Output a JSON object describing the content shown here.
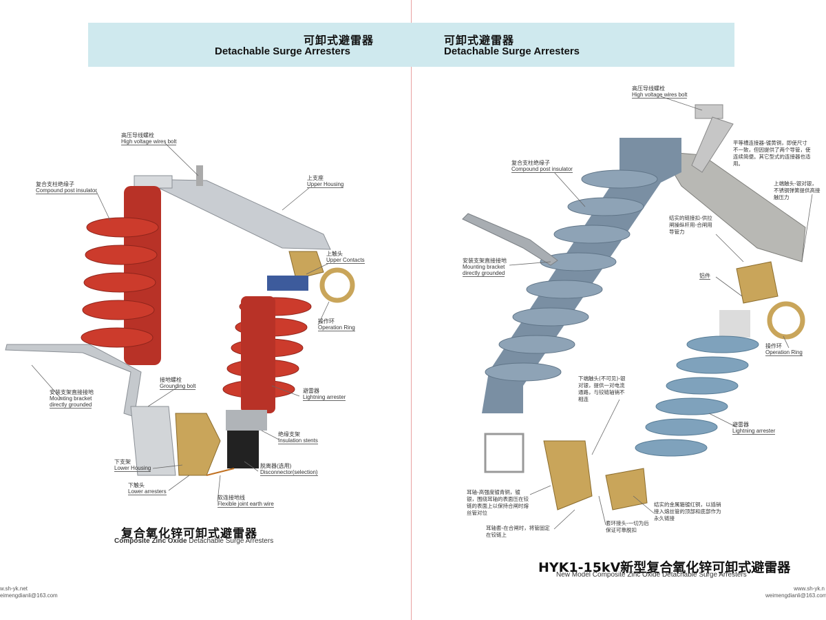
{
  "header": {
    "left_zh": "可卸式避雷器",
    "left_en": "Detachable Surge Arresters",
    "right_zh": "可卸式避雷器",
    "right_en": "Detachable Surge Arresters"
  },
  "left_labels": {
    "hv_bolt_zh": "高压导线螺栓",
    "hv_bolt_en": "High voltage wires bolt",
    "post_zh": "复合支柱绝缘子",
    "post_en": "Compound post insulator",
    "upper_housing_zh": "上支座",
    "upper_housing_en": "Upper Housing",
    "upper_contacts_zh": "上触头",
    "upper_contacts_en": "Upper Contacts",
    "ring_zh": "操作环",
    "ring_en": "Operation Ring",
    "bracket_zh": "安装支架直接接地",
    "bracket_en1": "Mounting bracket",
    "bracket_en2": "directly grounded",
    "ground_bolt_zh": "接地螺栓",
    "ground_bolt_en": "Grounding bolt",
    "arrester_zh": "避雷器",
    "arrester_en": "Lightning arrester",
    "stents_zh": "绝缘支架",
    "stents_en": "Insulation stents",
    "lower_housing_zh": "下支架",
    "lower_housing_en": "Lower Housing",
    "disconnector_zh": "脱离器(选用)",
    "disconnector_en": "Disconnector(selection)",
    "lower_arresters_zh": "下触头",
    "lower_arresters_en": "Lower arresters",
    "earth_wire_zh": "软连接地线",
    "earth_wire_en": "Flexible joint earth wire"
  },
  "left_caption": {
    "zh": "复合氧化锌可卸式避雷器",
    "en_bold": "Composite Zinc Oxide",
    "en_rest": " Detachable Surge Arresters"
  },
  "right_labels": {
    "hv_bolt_zh": "高压导线螺栓",
    "hv_bolt_en": "High voltage wires bolt",
    "clamp_note": "平等槽连接器-镀黄铜，即使尺寸不一致，但因提供了两个导管，使连续简便。其它型式的连接器也适用。",
    "post_zh": "复合支柱绝缘子",
    "post_en": "Compound post insulator",
    "upper_contact_note": "上端触头-银对银，不锈钢弹簧提供高接触压力",
    "link_note": "结实的链接扣-供拉闸操纵杆用-合闸用导管力",
    "bracket_zh": "安装支架直接接地",
    "bracket_en1": "Mounting bracket",
    "bracket_en2": "directly grounded",
    "casting_zh": "铝件",
    "ring_zh": "操作环",
    "ring_en": "Operation Ring",
    "lower_contact_note": "下端触头(不可见)-银对银，提供一对电流通路，与铰链轴销不相连",
    "arrester_zh": "避雷器",
    "arrester_en": "Lightning arrester",
    "trunnion_note": "耳轴-高强度镀青铜，镀银，围绕耳轴的表面压在铰链的表面上以保持合闸时熔丝管对位",
    "metal_note": "结实的金属箍镀红铜，以插销接入熔丝管的顶部和底部作为永久链接",
    "hook_note": "耳轴套-在合闸时，将管固定在铰链上",
    "sleeve_note": "套环接头-一切为后保证可靠脱扣"
  },
  "right_caption": {
    "zh": "HYK1-15kV新型复合氧化锌可卸式避雷器",
    "en": "New Model Composite Zinc Oxide Detachable Surge Arresters"
  },
  "footer": {
    "left_web": "w.sh-yk.net",
    "left_mail": "eimengdianli@163.com",
    "right_web": "www.sh-yk.n",
    "right_mail": "weimengdianli@163.com"
  },
  "colors": {
    "banner": "#cfe9ee",
    "red_insulator": "#c0392b",
    "gray_insulator": "#8fa3b5",
    "brass": "#c9a55a"
  }
}
